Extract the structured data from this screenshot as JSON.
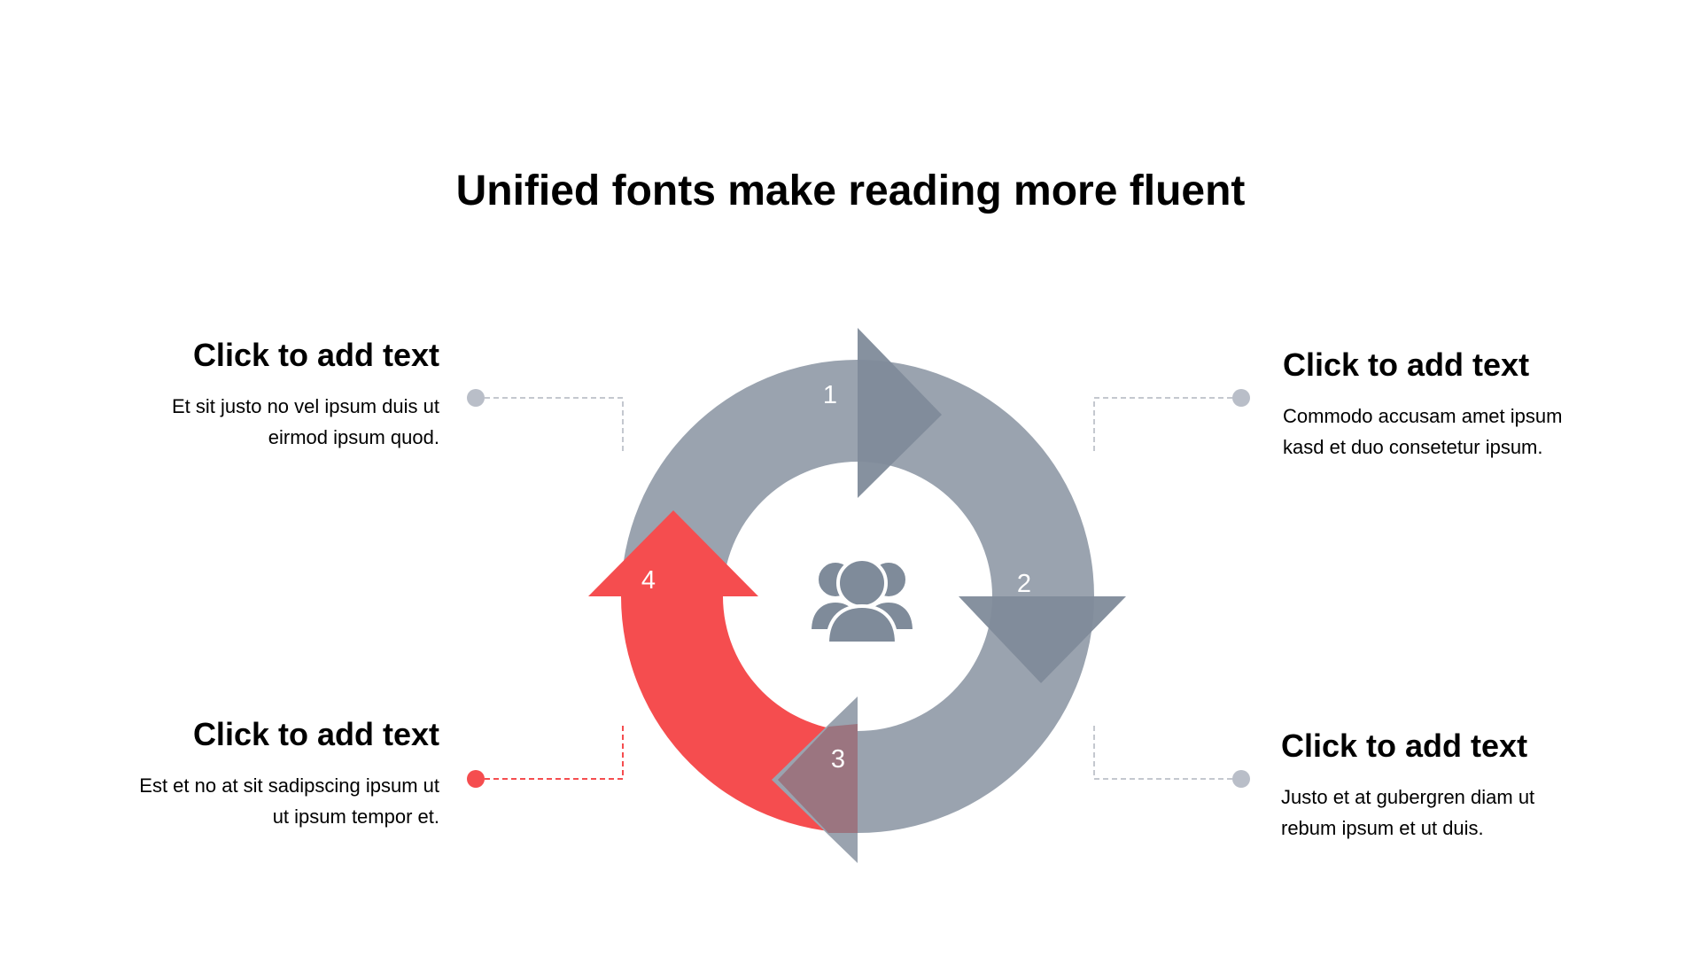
{
  "title": "Unified fonts make reading more fluent",
  "colors": {
    "ring": "#9aa3af",
    "arrowhead": "#7f8b9a",
    "highlight": "#f54d4f",
    "overlap": "#9b7580",
    "connector": "#c4c8cf",
    "dot": "#b9bec8",
    "icon": "#7f8b9a"
  },
  "center_icon": "user-group-icon",
  "steps": [
    {
      "number": "1"
    },
    {
      "number": "2"
    },
    {
      "number": "3"
    },
    {
      "number": "4"
    }
  ],
  "blocks": [
    {
      "heading": "Click to add text",
      "body": "Et sit justo no vel ipsum duis ut\neirmod ipsum quod."
    },
    {
      "heading": "Click to add text",
      "body": "Commodo accusam amet ipsum\nkasd et duo consetetur ipsum."
    },
    {
      "heading": "Click to add text",
      "body": "Est et no at sit sadipscing ipsum ut\nut ipsum tempor et."
    },
    {
      "heading": "Click to add text",
      "body": "Justo et at gubergren diam ut\nrebum ipsum et ut duis."
    }
  ]
}
